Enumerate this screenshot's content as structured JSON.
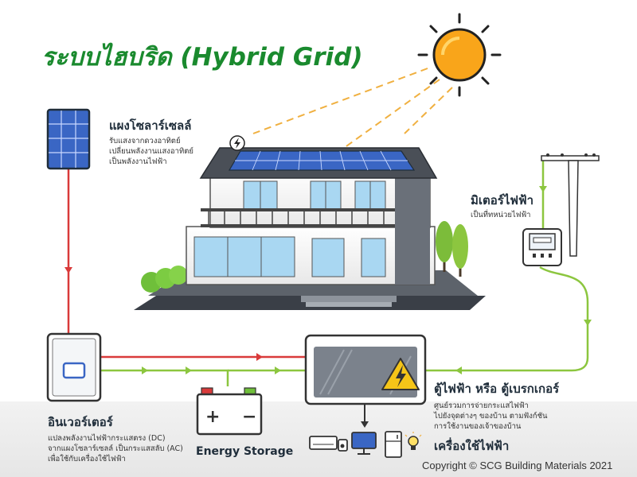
{
  "title": "ระบบไฮบริด (Hybrid Grid)",
  "solar_panel": {
    "label": "แผงโซลาร์เซลล์",
    "desc": [
      "รับแสงจากดวงอาทิตย์",
      "เปลี่ยนพลังงานแสงอาทิตย์",
      "เป็นพลังงานไฟฟ้า"
    ]
  },
  "meter": {
    "label": "มิเตอร์ไฟฟ้า",
    "desc": [
      "เป็นที่ทหน่วยไฟฟ้า"
    ]
  },
  "inverter": {
    "label": "อินเวอร์เตอร์",
    "desc": [
      "แปลงพลังงานไฟฟ้ากระแสตรง (DC)",
      "จากแผงโซลาร์เซลล์ เป็นกระแสสลับ (AC)",
      "เพื่อใช้กับเครื่องใช้ไฟฟ้า"
    ]
  },
  "storage": {
    "label": "Energy Storage"
  },
  "breaker": {
    "label": "ตู้ไฟฟ้า หรือ ตู้เบรกเกอร์",
    "desc": [
      "ศูนย์รวมการจ่ายกระแสไฟฟ้า",
      "ไปยังจุดต่างๆ ของบ้าน ตามฟังก์ชัน",
      "การใช้งานของเจ้าของบ้าน"
    ]
  },
  "appliances": {
    "label": "เครื่องใช้ไฟฟ้า"
  },
  "copyright": "Copyright © SCG Building Materials 2021",
  "colors": {
    "title": "#1a8a2e",
    "dc_line": "#d93a3a",
    "ac_line": "#8cc63f",
    "panel": "#3a66c4",
    "sun": "#f7a21b"
  },
  "icons": [
    "sun-icon",
    "solar-panel-icon",
    "house-icon",
    "utility-pole-icon",
    "electric-meter-icon",
    "inverter-icon",
    "battery-icon",
    "breaker-box-icon",
    "lightning-warning-icon",
    "air-conditioner-icon",
    "speaker-icon",
    "monitor-icon",
    "refrigerator-icon",
    "light-bulb-icon",
    "tree-icon",
    "bush-icon"
  ]
}
